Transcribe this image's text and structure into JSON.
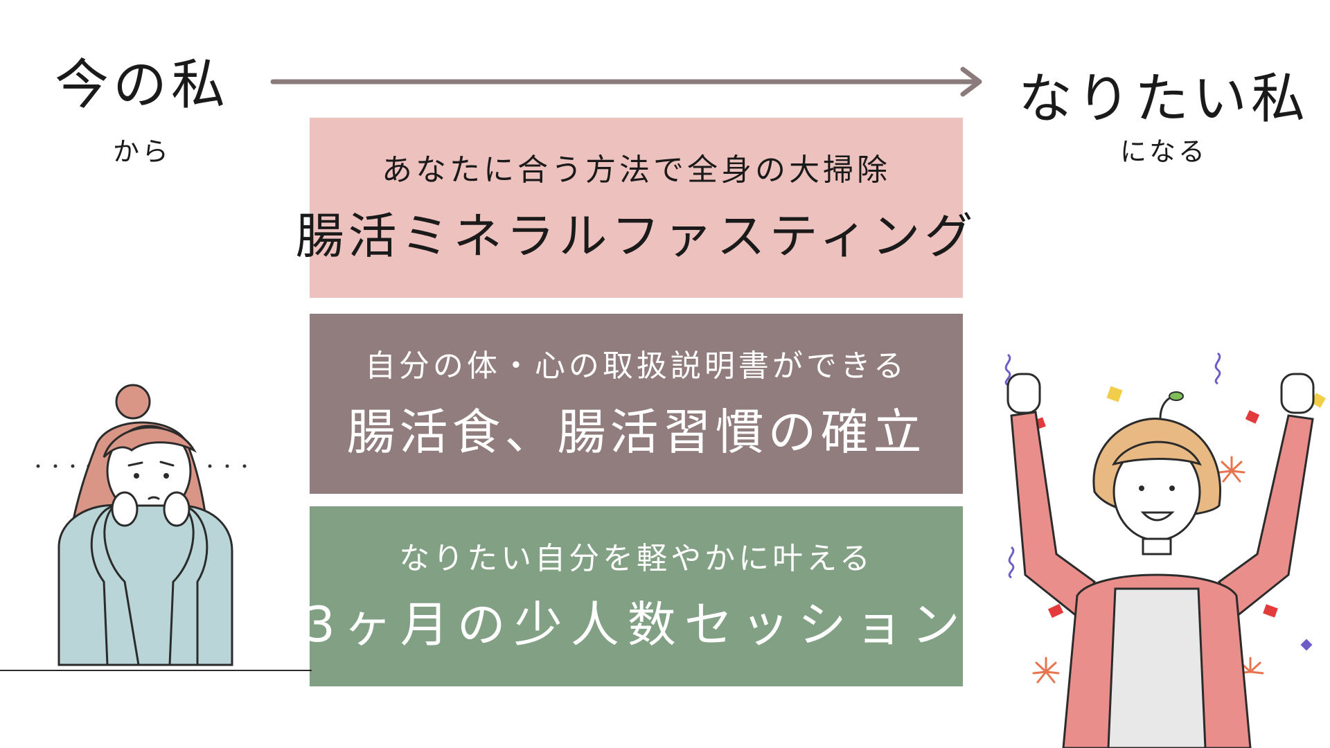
{
  "header": {
    "from_title": "今の私",
    "from_sub": "から",
    "to_title": "なりたい私",
    "to_sub": "になる"
  },
  "steps": [
    {
      "sub": "あなたに合う方法で全身の大掃除",
      "main": "腸活ミネラルファスティング"
    },
    {
      "sub": "自分の体・心の取扱説明書ができる",
      "main": "腸活食、腸活習慣の確立"
    },
    {
      "sub": "なりたい自分を軽やかに叶える",
      "main": "3ヶ月の少人数セッション"
    }
  ],
  "colors": {
    "arrow": "#8c7b7c",
    "panel_1": "#edc1bd",
    "panel_2": "#927d7e",
    "panel_3": "#82a083",
    "sweater": "#b9d5d7",
    "hair_left": "#d99585",
    "jacket": "#e98e8a",
    "hair_right": "#e8b983"
  },
  "illustrations": {
    "left": "thinking-woman-icon",
    "right": "celebrating-woman-icon"
  }
}
